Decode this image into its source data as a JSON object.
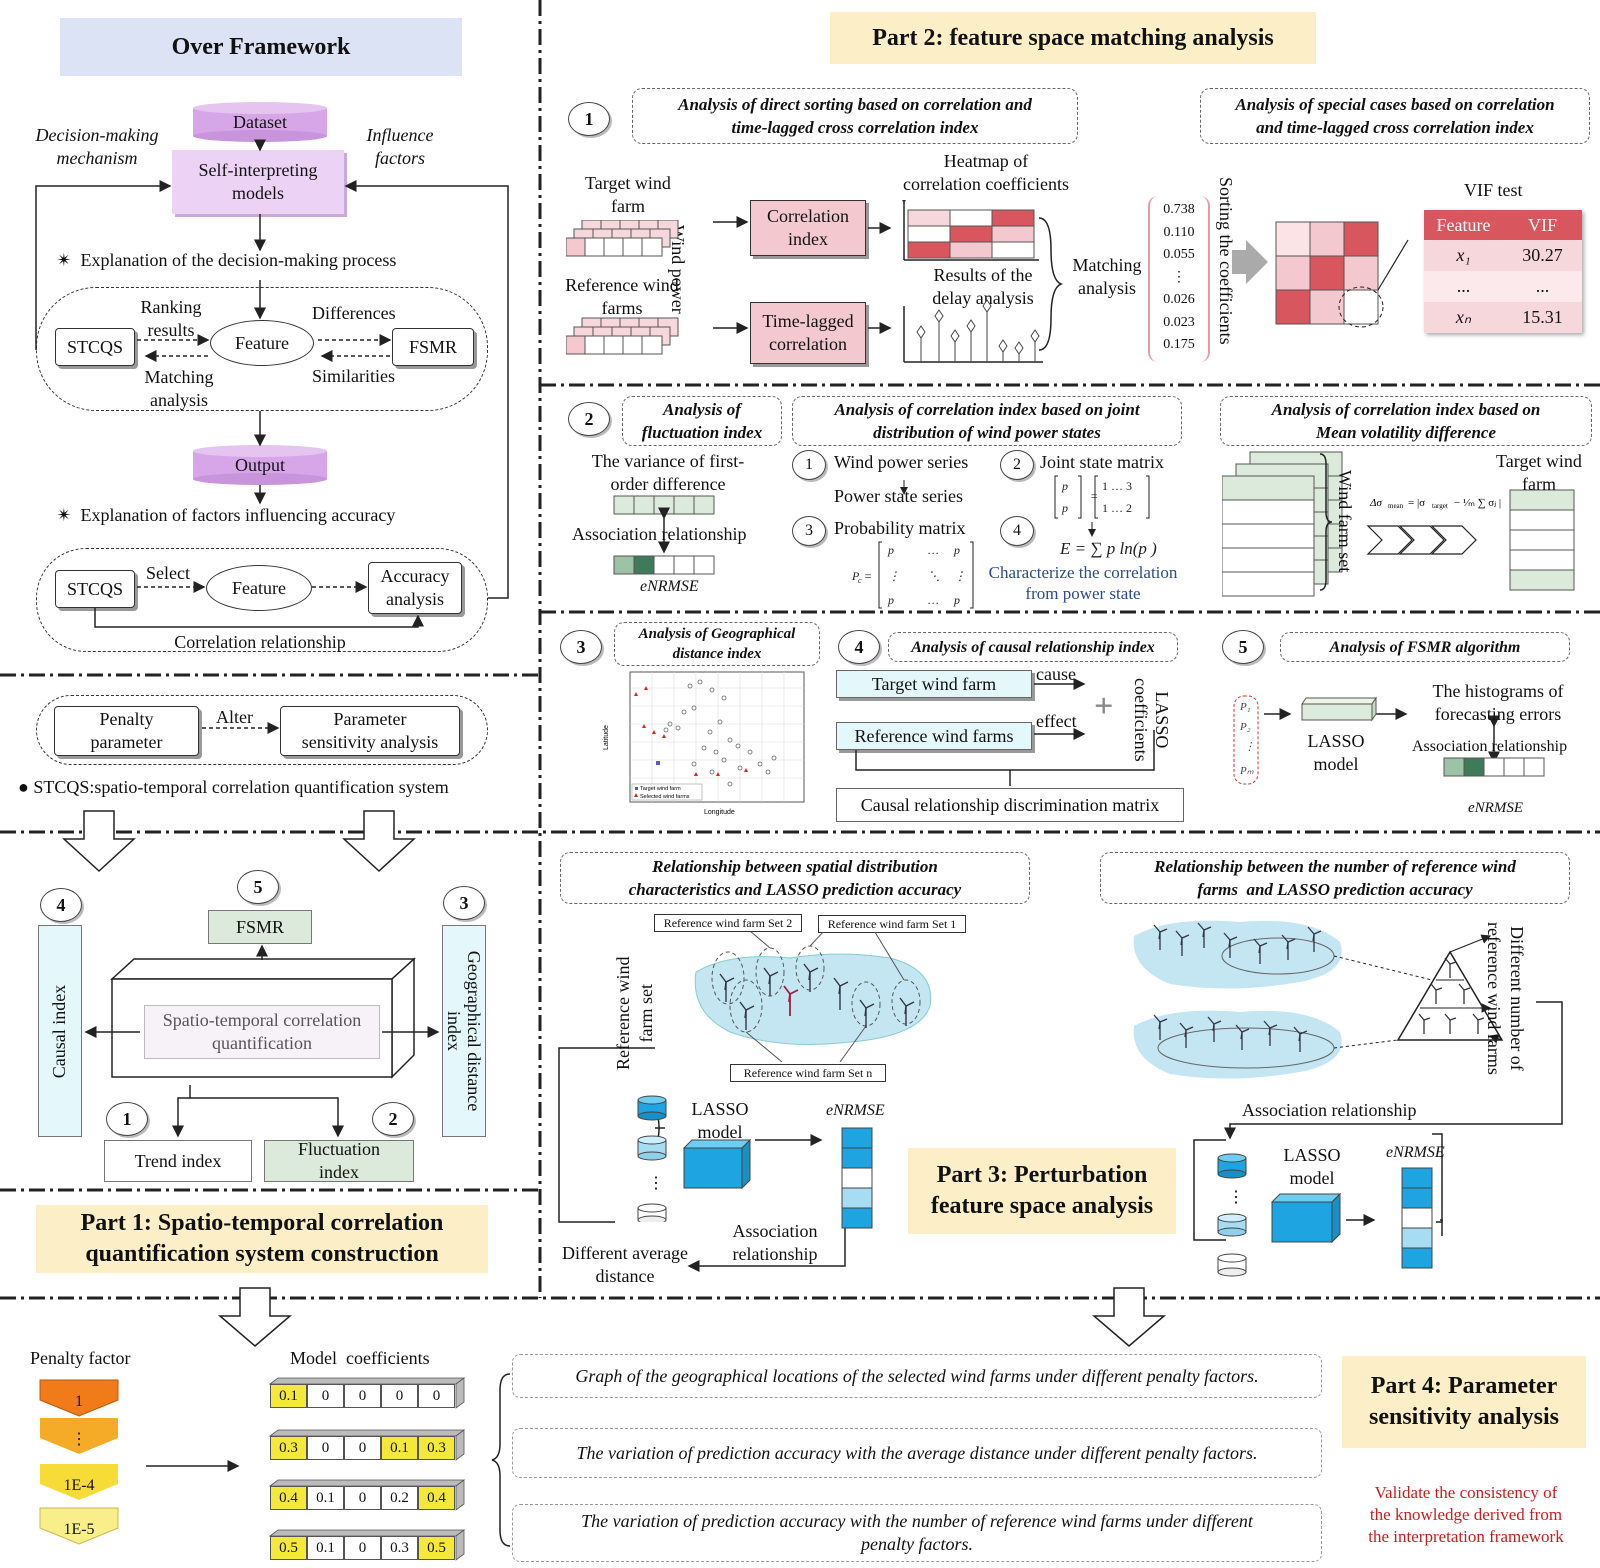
{
  "part1": {
    "over_framework": "Over Framework",
    "dataset": "Dataset",
    "decision_mechanism": "Decision-making\nmechanism",
    "influence_factors": "Influence\nfactors",
    "self_interpreting": "Self-interpreting\nmodels",
    "explanation1": "Explanation of the decision-making process",
    "ranking_results": "Ranking\nresults",
    "differences": "Differences",
    "stcqs": "STCQS",
    "feature": "Feature",
    "fsmr": "FSMR",
    "matching_analysis": "Matching\nanalysis",
    "similarities": "Similarities",
    "output": "Output",
    "explanation2": "Explanation of factors influencing accuracy",
    "select": "Select",
    "accuracy_analysis": "Accuracy\nanalysis",
    "correlation_relationship": "Correlation relationship",
    "penalty_parameter": "Penalty\nparameter",
    "alter": "Alter",
    "parameter_sensitivity": "Parameter\nsensitivity analysis",
    "stcqs_def": "STCQS:spatio-temporal correlation quantification system",
    "causal_index": "Causal index",
    "geo_distance_index": "Geographical distance\nindex",
    "stcq": "Spatio-temporal correlation\nquantification",
    "trend_index": "Trend index",
    "fluctuation_index": "Fluctuation\nindex",
    "num1": "1",
    "num2": "2",
    "num3": "3",
    "num4": "4",
    "num5": "5",
    "title": "Part 1: Spatio-temporal correlation\nquantification system construction"
  },
  "part2": {
    "title": "Part 2: feature space matching analysis",
    "s1_title": "Analysis of direct sorting based on correlation and\ntime-lagged cross correlation index",
    "s1_special": "Analysis of special cases based on correlation\nand time-lagged cross correlation index",
    "target_wf": "Target wind\nfarm",
    "reference_wf": "Reference wind\nfarms",
    "wind_power": "Wind power",
    "correlation_index": "Correlation\nindex",
    "time_lagged": "Time-lagged\ncorrelation",
    "heatmap": "Heatmap of\ncorrelation coefficients",
    "delay_results": "Results of the\ndelay analysis",
    "matching": "Matching\nanalysis",
    "coeffs": [
      "0.738",
      "0.110",
      "0.055",
      "⋮",
      "0.026",
      "0.023",
      "0.175"
    ],
    "sorting": "Sorting the coefficients",
    "vif_test": "VIF test",
    "vif_headers": [
      "Feature",
      "VIF"
    ],
    "vif_rows": [
      [
        "x₁",
        "30.27"
      ],
      [
        "...",
        "..."
      ],
      [
        "xₙ",
        "15.31"
      ]
    ],
    "s2_fluct": "Analysis of\nfluctuation index",
    "s2_joint": "Analysis of correlation index based on joint\ndistribution of wind power states",
    "s2_mean": "Analysis of correlation index based on\nMean volatility difference",
    "variance": "The variance of first-\norder difference",
    "association": "Association relationship",
    "enrmse": "eNRMSE",
    "wps": "Wind power series",
    "pss": "Power state series",
    "prob_matrix": "Probability matrix",
    "joint_matrix": "Joint state matrix",
    "characterize": "Characterize the correlation\nfrom power state",
    "wind_farm_set": "Wind farm set",
    "target_wf2": "Target wind\nfarm",
    "s3_geo": "Analysis of Geographical\ndistance index",
    "s4_causal": "Analysis of causal relationship index",
    "s5_fsmr": "Analysis of FSMR algorithm",
    "target_wf3": "Target wind farm",
    "reference_wf3": "Reference wind farms",
    "cause": "cause",
    "effect": "effect",
    "lasso_coeff": "LASSO\ncoefficients",
    "causal_matrix": "Causal relationship discrimination matrix",
    "lasso_model": "LASSO\nmodel",
    "histograms": "The histograms of\nforecasting errors",
    "assoc2": "Association relationship",
    "geo_legend": [
      "Target wind farm",
      "Selected wind farms"
    ],
    "geo_xlabel": "Longitude",
    "geo_ylabel": "Latitude"
  },
  "part3": {
    "title": "Part 3: Perturbation\nfeature space analysis",
    "spatial_title": "Relationship between spatial distribution\ncharacteristics and LASSO prediction accuracy",
    "number_title": "Relationship between the number of reference wind\nfarms  and LASSO prediction accuracy",
    "set2": "Reference wind farm Set 2",
    "set1": "Reference wind farm Set 1",
    "setn": "Reference wind farm Set n",
    "ref_set": "Reference wind\nfarm set",
    "lasso_model": "LASSO\nmodel",
    "enrmse": "eNRMSE",
    "assoc": "Association\nrelationship",
    "diff_avg": "Different average\ndistance",
    "diff_num": "Different number of\nreference wind farms",
    "assoc_rel": "Association relationship"
  },
  "part4": {
    "title": "Part 4: Parameter\nsensitivity analysis",
    "penalty_factor": "Penalty factor",
    "chevrons": [
      "1",
      "⋮",
      "1E-4",
      "1E-5"
    ],
    "model_coeffs": "Model  coefficients",
    "rows": [
      [
        "0.1",
        "0",
        "0",
        "0",
        "0"
      ],
      [
        "0.3",
        "0",
        "0",
        "0.1",
        "0.3"
      ],
      [
        "0.4",
        "0.1",
        "0",
        "0.2",
        "0.4"
      ],
      [
        "0.5",
        "0.1",
        "0",
        "0.3",
        "0.5"
      ]
    ],
    "sentence1": "Graph of the geographical locations of  the selected wind farms under different penalty factors.",
    "sentence2": "The variation of prediction accuracy with the average distance under different penalty factors.",
    "sentence3": "The variation of prediction accuracy with the number of reference wind farms under different\npenalty factors.",
    "validate": "Validate the consistency of\nthe knowledge derived from\nthe interpretation framework"
  },
  "colors": {
    "lavender": "#dbe3f5",
    "cream": "#fcefc8",
    "purple": "#d7a6e8",
    "pink": "#f3c9cf",
    "red": "#d8575f",
    "cyan": "#e4f7fb",
    "green": "#dbeadb",
    "blue": "#1ea4e0",
    "yellow": "#f4e93a",
    "orange": "#f07b18",
    "validate_red": "#c81e1e"
  }
}
